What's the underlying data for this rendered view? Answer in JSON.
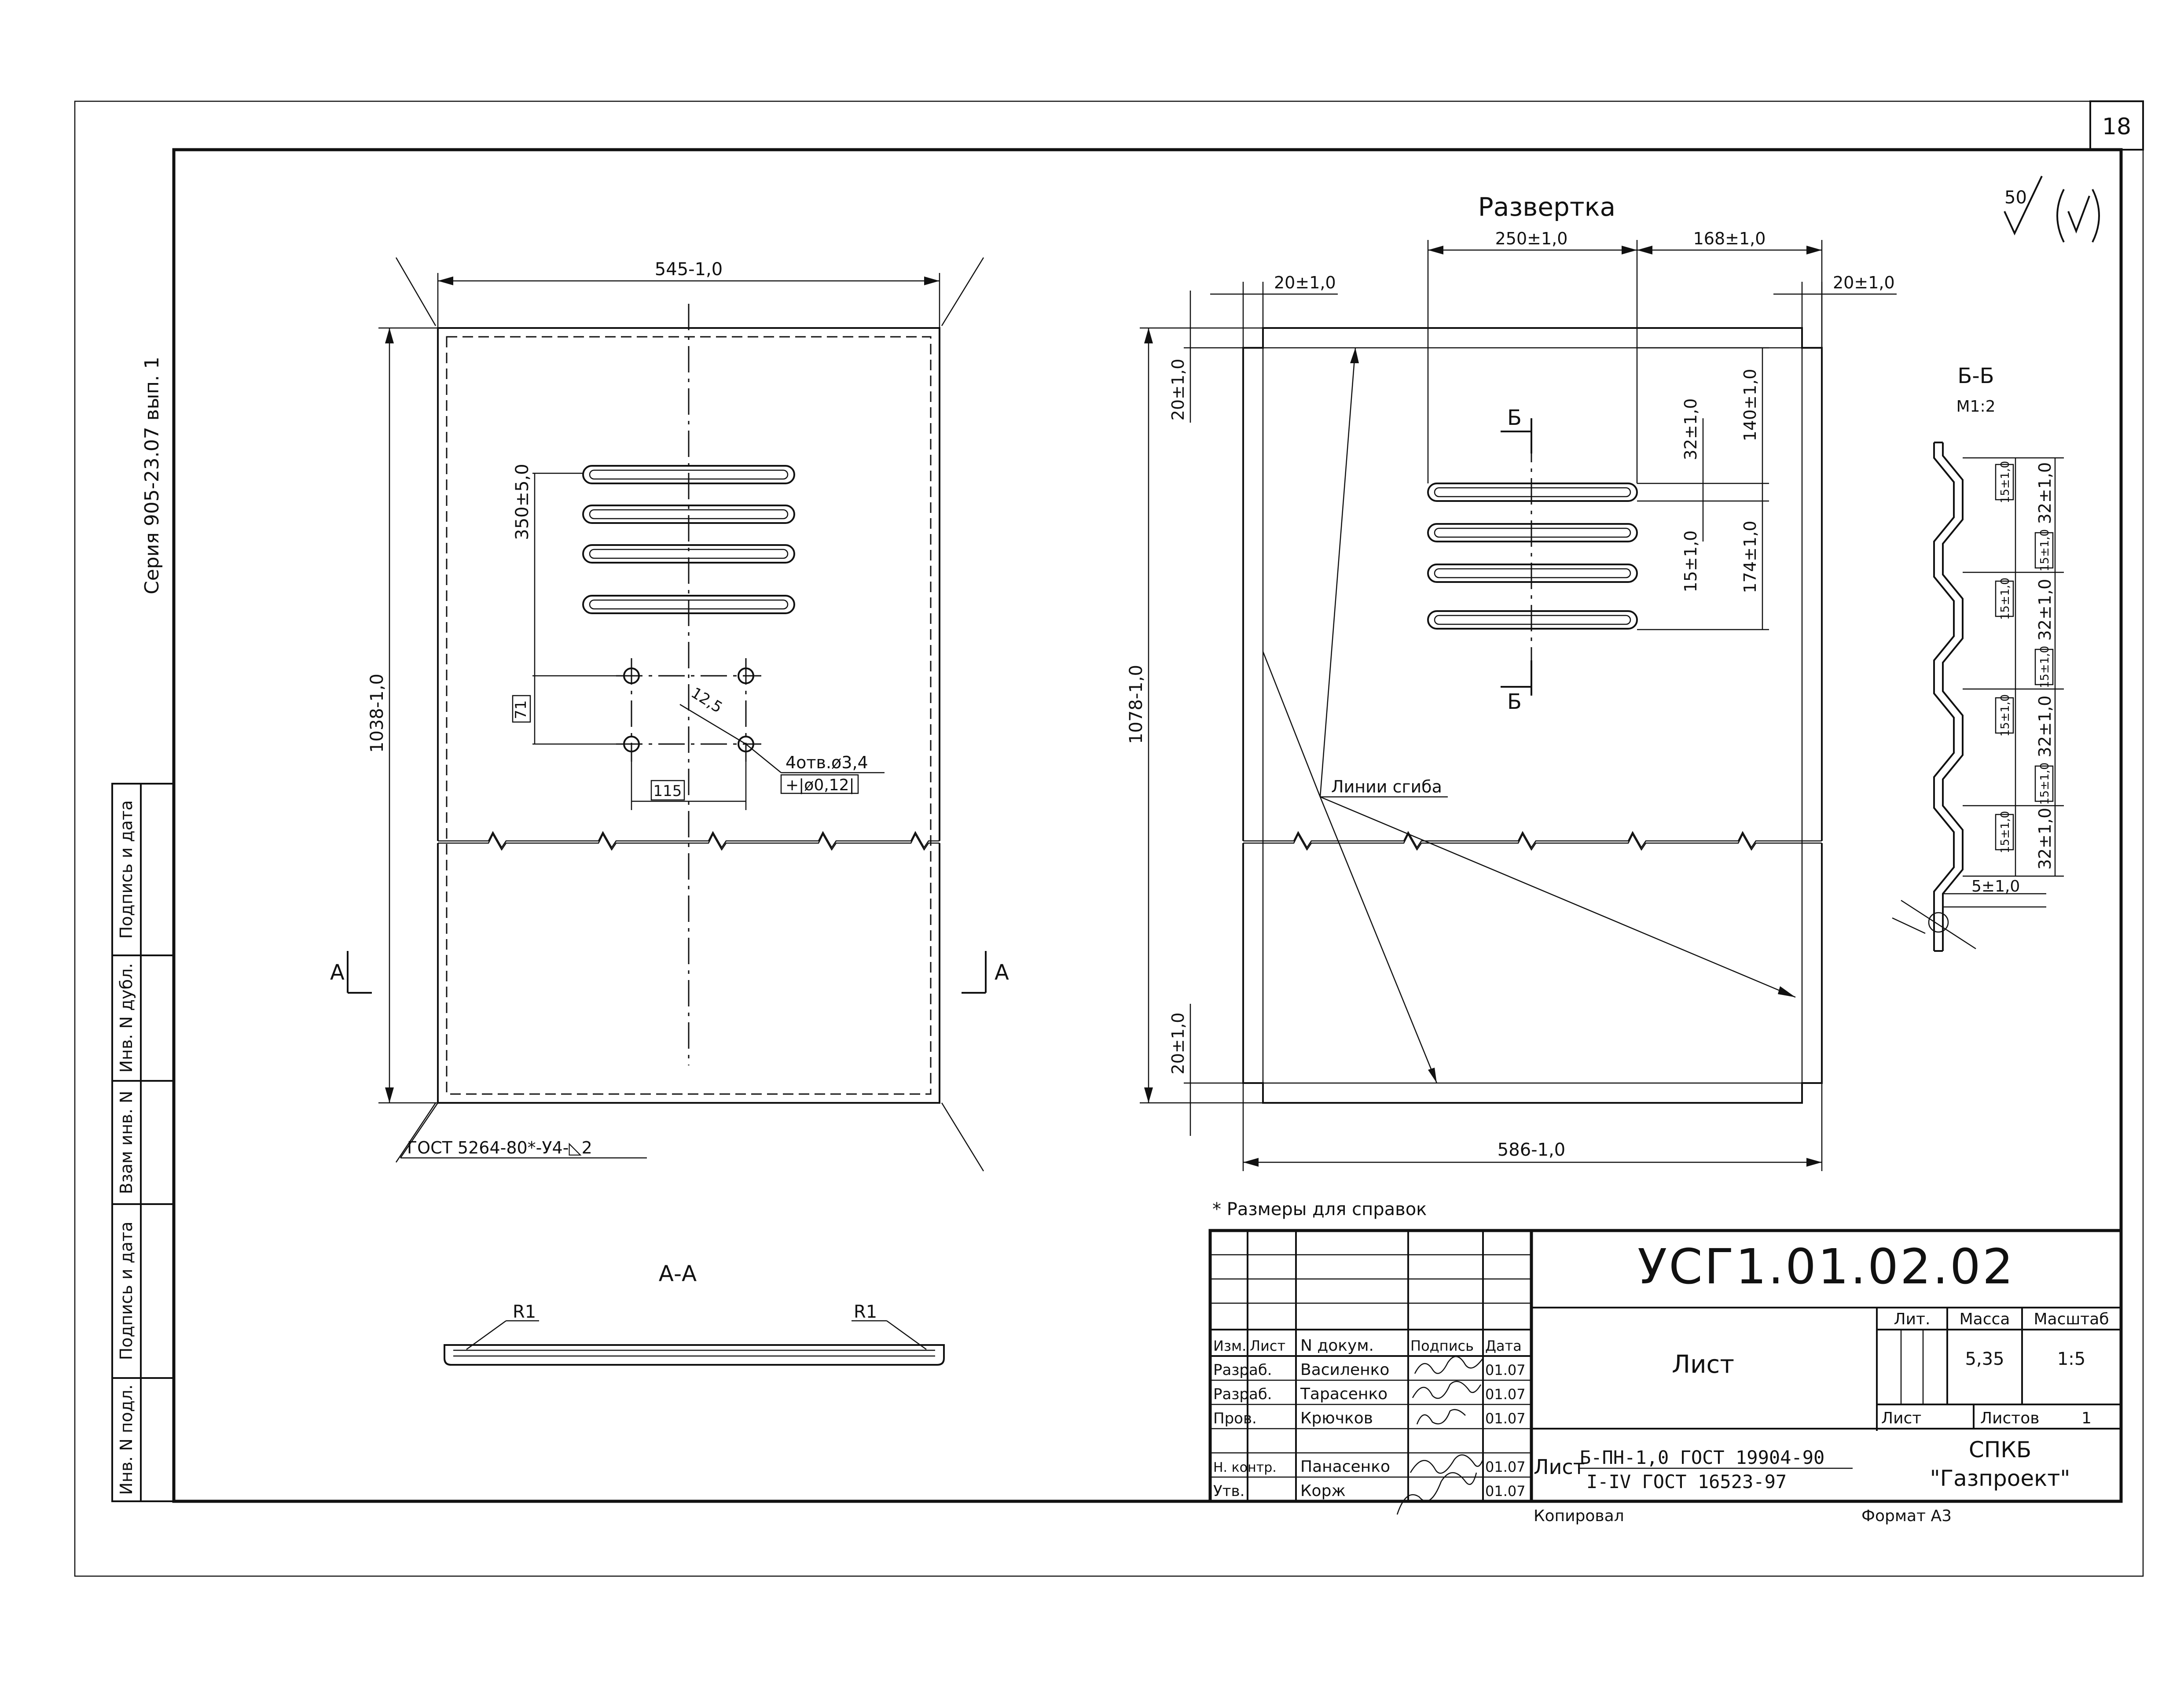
{
  "sheet_number": "18",
  "series_label": "Серия 905-23.07 вып. 1",
  "margin_stamp": [
    "Инв. N подл.",
    "Подпись и дата",
    "Взам инв. N",
    "Инв. N дубл.",
    "Подпись и дата"
  ],
  "roughness": {
    "value": "50"
  },
  "left_view": {
    "width_dim": "545-1,0",
    "height_dim": "1038-1,0",
    "slot_dim": "350±5,0",
    "hole_v_dim": "71",
    "hole_h_dim": "115",
    "hole_diag": "12,5",
    "holes_note": "4отв.ø3,4",
    "holes_tol": "+|ø0,12|",
    "weld_note": "ГОСТ 5264-80*-У4-◺2",
    "section_mark": "А"
  },
  "section_aa": {
    "title": "А-А",
    "r_left": "R1",
    "r_right": "R1"
  },
  "development": {
    "title": "Развертка",
    "dim_250": "250±1,0",
    "dim_168": "168±1,0",
    "dim_20_tl": "20±1,0",
    "dim_20_tr": "20±1,0",
    "dim_20_lt": "20±1,0",
    "dim_20_lb": "20±1,0",
    "dim_140": "140±1,0",
    "dim_32": "32±1,0",
    "dim_15": "15±1,0",
    "dim_174": "174±1,0",
    "dim_1078": "1078-1,0",
    "dim_586": "586-1,0",
    "section_mark": "Б",
    "bend_label": "Линии сгиба"
  },
  "section_bb": {
    "title": "Б-Б",
    "scale": "М1:2",
    "dims": [
      "32±1,0",
      "32±1,0",
      "32±1,0",
      "32±1,0"
    ],
    "small_dims": [
      "15±1,0",
      "15±1,0",
      "15±1,0",
      "15±1,0",
      "15±1,0",
      "15±1,0",
      "15±1,0"
    ],
    "dim_5": "5±1,0"
  },
  "ref_note": "* Размеры для справок",
  "title_block": {
    "designation": "УСГ1.01.02.02",
    "name": "Лист",
    "material_prefix": "Лист",
    "material_top": "Б-ПН-1,0  ГОСТ 19904-90",
    "material_bottom": "I-IV ГОСТ 16523-97",
    "headers": {
      "izm": "Изм.",
      "list": "Лист",
      "ndoc": "N докум.",
      "sign": "Подпись",
      "date": "Дата"
    },
    "roles": [
      {
        "role": "Разраб.",
        "name": "Василенко",
        "date": "01.07"
      },
      {
        "role": "Разраб.",
        "name": "Тарасенко",
        "date": "01.07"
      },
      {
        "role": "Пров.",
        "name": "Крючков",
        "date": "01.07"
      },
      {
        "role": "",
        "name": "",
        "date": ""
      },
      {
        "role": "Н. контр.",
        "name": "Панасенко",
        "date": "01.07"
      },
      {
        "role": "Утв.",
        "name": "Корж",
        "date": "01.07"
      }
    ],
    "lit_label": "Лит.",
    "mass_label": "Масса",
    "scale_label": "Масштаб",
    "mass": "5,35",
    "scale": "1:5",
    "sheet_label": "Лист",
    "sheets_label": "Листов",
    "sheets": "1",
    "org_line1": "СПКБ",
    "org_line2": "\"Газпроект\"",
    "copied": "Копировал",
    "format": "Формат А3"
  }
}
